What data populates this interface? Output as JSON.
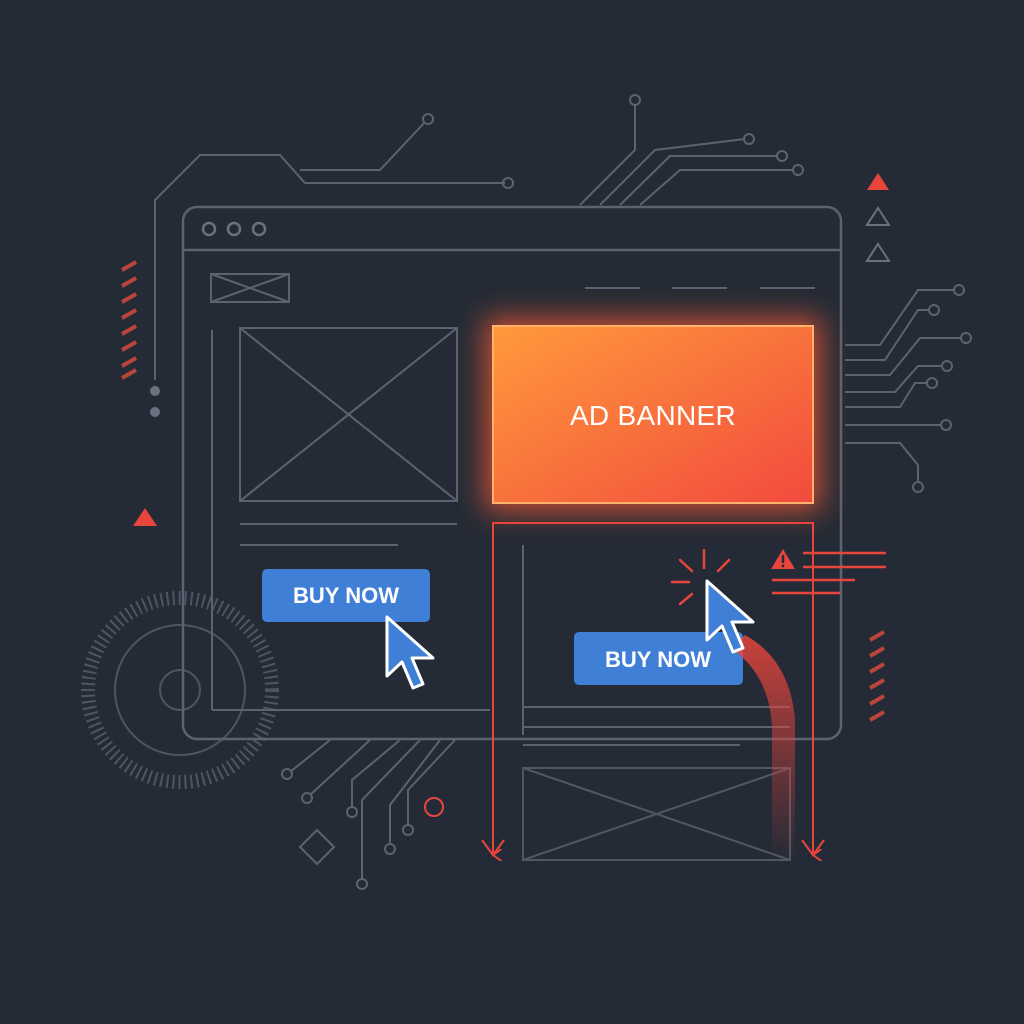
{
  "ad_banner": {
    "label": "AD BANNER"
  },
  "buttons": {
    "original": {
      "label": "BUY NOW"
    },
    "shifted": {
      "label": "BUY NOW"
    }
  },
  "colors": {
    "background": "#252b36",
    "line": "#5b6370",
    "accent_red": "#e8453c",
    "button_blue": "#3f7fd6",
    "banner_orange": "#ff8a3d"
  },
  "icons": [
    "window-dots-icon",
    "image-placeholder-icon",
    "cursor-icon",
    "click-burst-icon",
    "warning-icon",
    "triangle-icon",
    "down-arrow-icon"
  ]
}
